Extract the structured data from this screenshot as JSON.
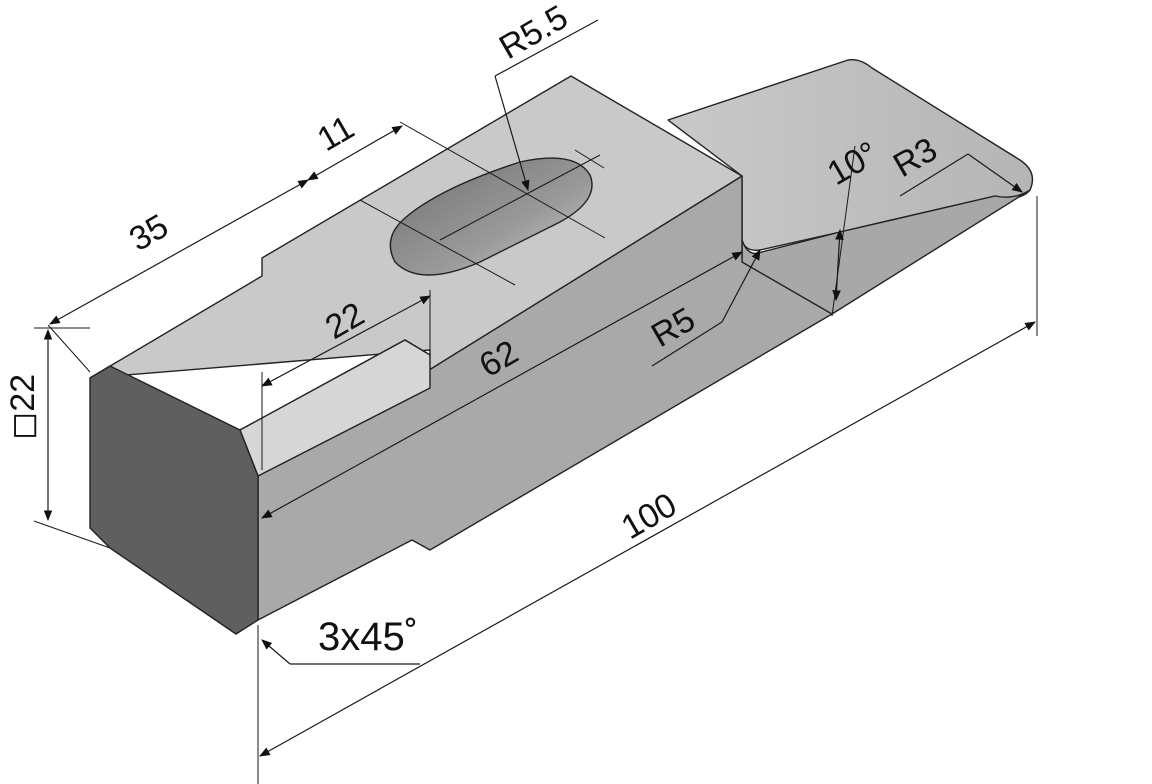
{
  "dimensions": {
    "d35": "35",
    "d11": "11",
    "r55": "R5.5",
    "d22": "22",
    "d62": "62",
    "r5": "R5",
    "a10": "10°",
    "r3": "R3",
    "sq22": "◻22",
    "chamfer": "3x45˚",
    "d100": "100"
  },
  "colors": {
    "top_face": "#c8c8c8",
    "side_face": "#a6a6a6",
    "end_face": "#5e5e5e",
    "wedge_top": "#bdbdbd",
    "slot": "#8c8c8c"
  }
}
